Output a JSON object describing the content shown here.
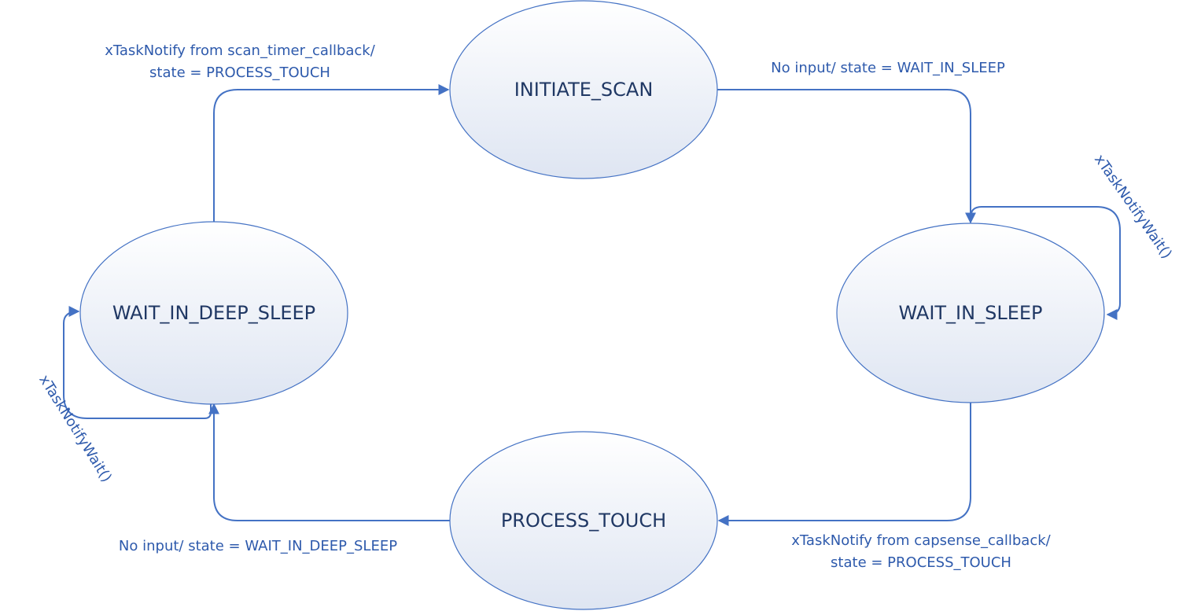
{
  "colors": {
    "edge": "#4472C4",
    "state_border": "#4472C4",
    "state_fill_top": "#FFFFFF",
    "state_fill_bottom": "#DEE5F2",
    "state_text": "#203864",
    "edge_text": "#2E5AAC"
  },
  "states": {
    "initiate_scan": "INITIATE_SCAN",
    "wait_in_sleep": "WAIT_IN_SLEEP",
    "process_touch": "PROCESS_TOUCH",
    "wait_in_deep_sleep": "WAIT_IN_DEEP_SLEEP"
  },
  "transitions": {
    "deep_sleep_to_scan": {
      "line1": "xTaskNotify from scan_timer_callback/",
      "line2": "state = PROCESS_TOUCH"
    },
    "scan_to_sleep": {
      "line1": "No input/ state = WAIT_IN_SLEEP"
    },
    "sleep_self_loop": {
      "line1": "xTaskNotifyWait()"
    },
    "sleep_to_process": {
      "line1": "xTaskNotify from capsense_callback/",
      "line2": "state = PROCESS_TOUCH"
    },
    "process_to_deep_sleep": {
      "line1": "No input/ state = WAIT_IN_DEEP_SLEEP"
    },
    "deep_sleep_self_loop": {
      "line1": "xTaskNotifyWait()"
    }
  }
}
